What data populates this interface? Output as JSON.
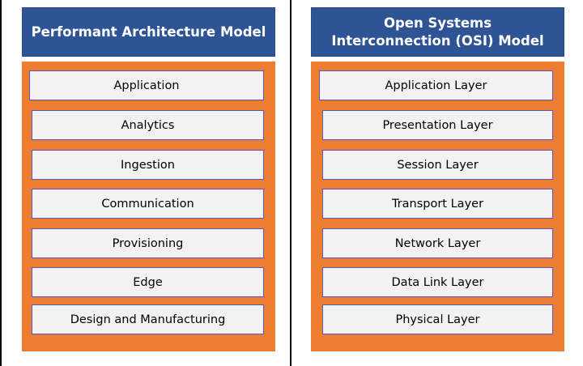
{
  "colors": {
    "header_bg": "#2f5496",
    "panel_bg": "#ed7d31",
    "layer_bg": "#f2f2f2",
    "layer_border": "#5b56c8",
    "divider": "#000000"
  },
  "left_model": {
    "title": "Performant Architecture Model",
    "layers": [
      "Application",
      "Analytics",
      "Ingestion",
      "Communication",
      "Provisioning",
      "Edge",
      "Design and Manufacturing"
    ]
  },
  "right_model": {
    "title": "Open Systems Interconnection (OSI) Model",
    "layers": [
      "Application Layer",
      "Presentation Layer",
      "Session Layer",
      "Transport Layer",
      "Network Layer",
      "Data Link Layer",
      "Physical Layer"
    ]
  }
}
